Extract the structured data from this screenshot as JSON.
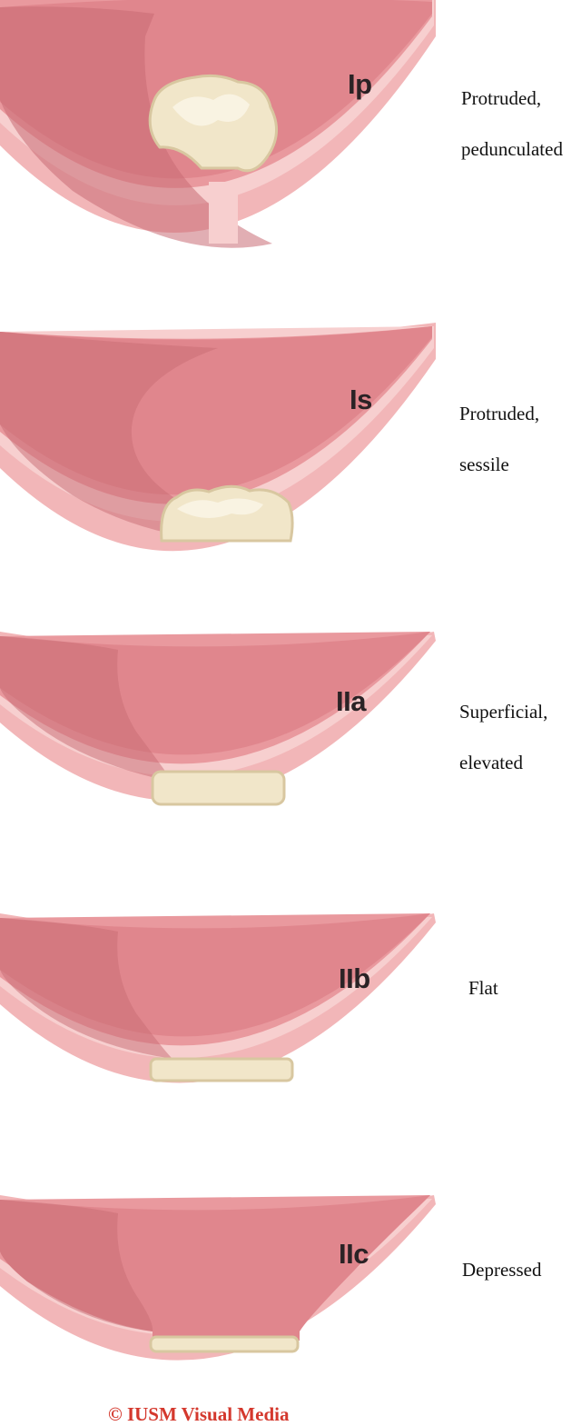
{
  "colors": {
    "wall_outer": "#f2b6b8",
    "wall_inner": "#e69498",
    "lumen": "#e0868d",
    "lumen_shadow": "#c86b74",
    "lesion": "#f1e6c9",
    "lesion_shade": "#d8c7a0",
    "credit": "#d4382d"
  },
  "panels": [
    {
      "code": "Ip",
      "description": [
        "Protruded,",
        "pedunculated"
      ],
      "lesion": "pedunculated-polyp"
    },
    {
      "code": "Is",
      "description": [
        "Protruded,",
        "sessile"
      ],
      "lesion": "sessile-polyp"
    },
    {
      "code": "IIa",
      "description": [
        "Superficial,",
        "elevated"
      ],
      "lesion": "elevated-plaque"
    },
    {
      "code": "IIb",
      "description": [
        "Flat"
      ],
      "lesion": "flat-plaque"
    },
    {
      "code": "IIc",
      "description": [
        "Depressed"
      ],
      "lesion": "depressed-plaque"
    }
  ],
  "credit": "© IUSM Visual Media"
}
